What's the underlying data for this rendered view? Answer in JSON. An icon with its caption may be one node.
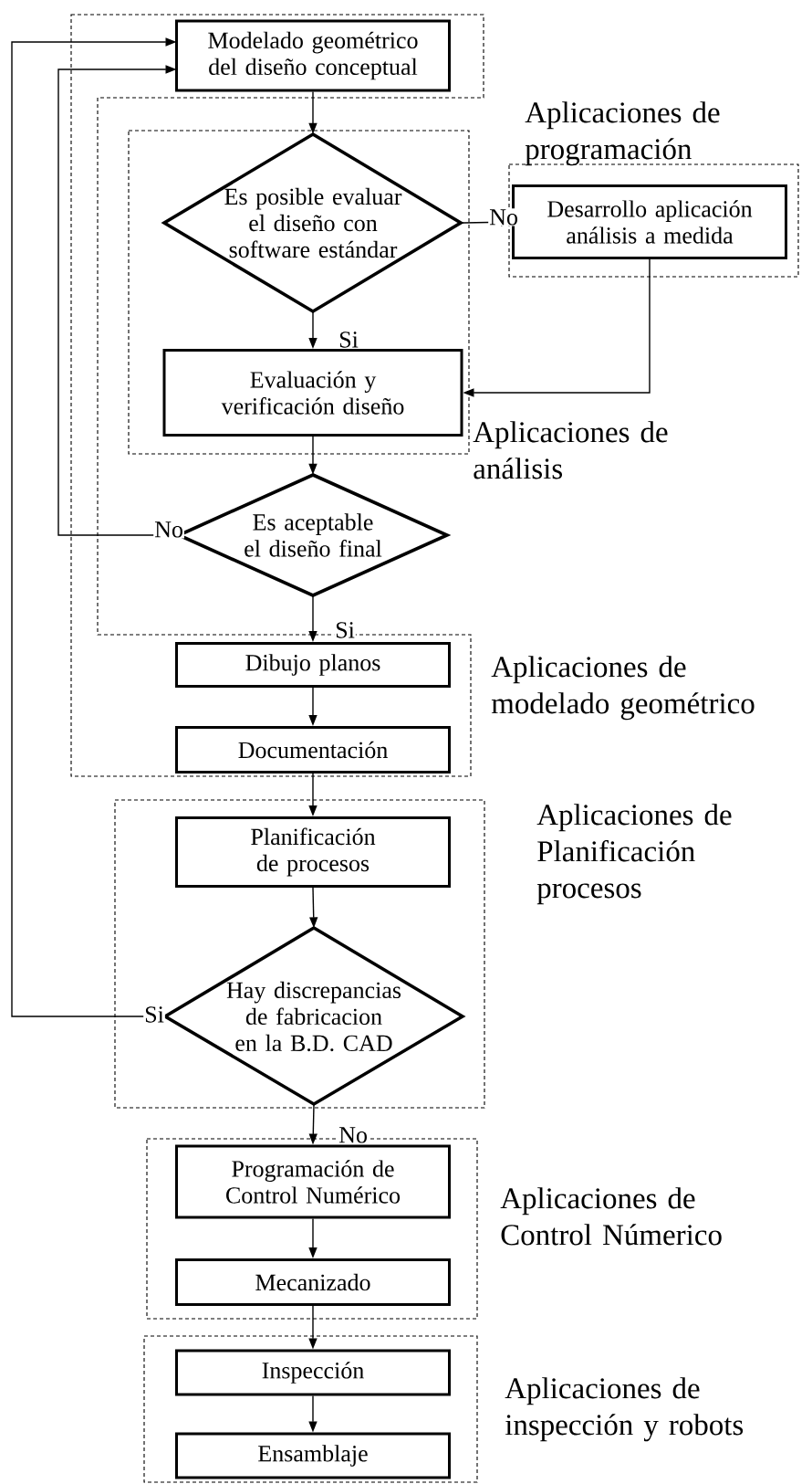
{
  "diagram": {
    "nodes": [
      {
        "text": [
          "Modelado geométrico del diseño conceptual"
        ]
      },
      {
        "text": [
          "Es posible evaluar el diseño con software estándar"
        ]
      },
      {
        "text": [
          "Desarrollo aplicación análisis a medida"
        ]
      },
      {
        "text": [
          "Evaluación y verificación diseño"
        ]
      },
      {
        "text": [
          "Es aceptable el diseño final"
        ]
      },
      {
        "text": [
          "Dibujo planos"
        ]
      },
      {
        "text": [
          "Documentación"
        ]
      },
      {
        "text": [
          "Planificación de procesos"
        ]
      },
      {
        "text": [
          "Hay discrepancias de fabricacion en la B.D. CAD"
        ]
      },
      {
        "text": [
          "Programación de Control Numérico"
        ]
      },
      {
        "text": [
          "Mecanizado"
        ]
      },
      {
        "text": [
          "Inspección"
        ]
      },
      {
        "text": [
          "Ensamblaje"
        ]
      }
    ],
    "edges": [
      {
        "from": 0,
        "to": 1,
        "arrow": "to"
      },
      {
        "from": 1,
        "to": 2,
        "arrow": "to",
        "label": "No"
      },
      {
        "from": 1,
        "to": 3,
        "arrow": "to",
        "label": "Si"
      },
      {
        "from": 2,
        "to": 3,
        "arrow": "to"
      },
      {
        "from": 3,
        "to": 4,
        "arrow": "to"
      },
      {
        "from": 4,
        "to": 0,
        "arrow": "to",
        "label": "No"
      },
      {
        "from": 4,
        "to": 5,
        "arrow": "to",
        "label": "Si"
      },
      {
        "from": 5,
        "to": 6,
        "arrow": "to"
      },
      {
        "from": 6,
        "to": 7,
        "arrow": "to"
      },
      {
        "from": 7,
        "to": 8,
        "arrow": "to"
      },
      {
        "from": 8,
        "to": 0,
        "arrow": "to",
        "label": "Si"
      },
      {
        "from": 8,
        "to": 9,
        "arrow": "to",
        "label": "No"
      },
      {
        "from": 9,
        "to": 10,
        "arrow": "to"
      },
      {
        "from": 10,
        "to": 11,
        "arrow": "to"
      },
      {
        "from": 11,
        "to": 12,
        "arrow": "to"
      }
    ],
    "labels": [
      "Aplicaciones de programación",
      "Aplicaciones de análisis",
      "Aplicaciones de modelado geométrico",
      "Aplicaciones de Planificación procesos",
      "Aplicaciones de Control Númerico",
      "Aplicaciones de inspección y robots"
    ]
  }
}
